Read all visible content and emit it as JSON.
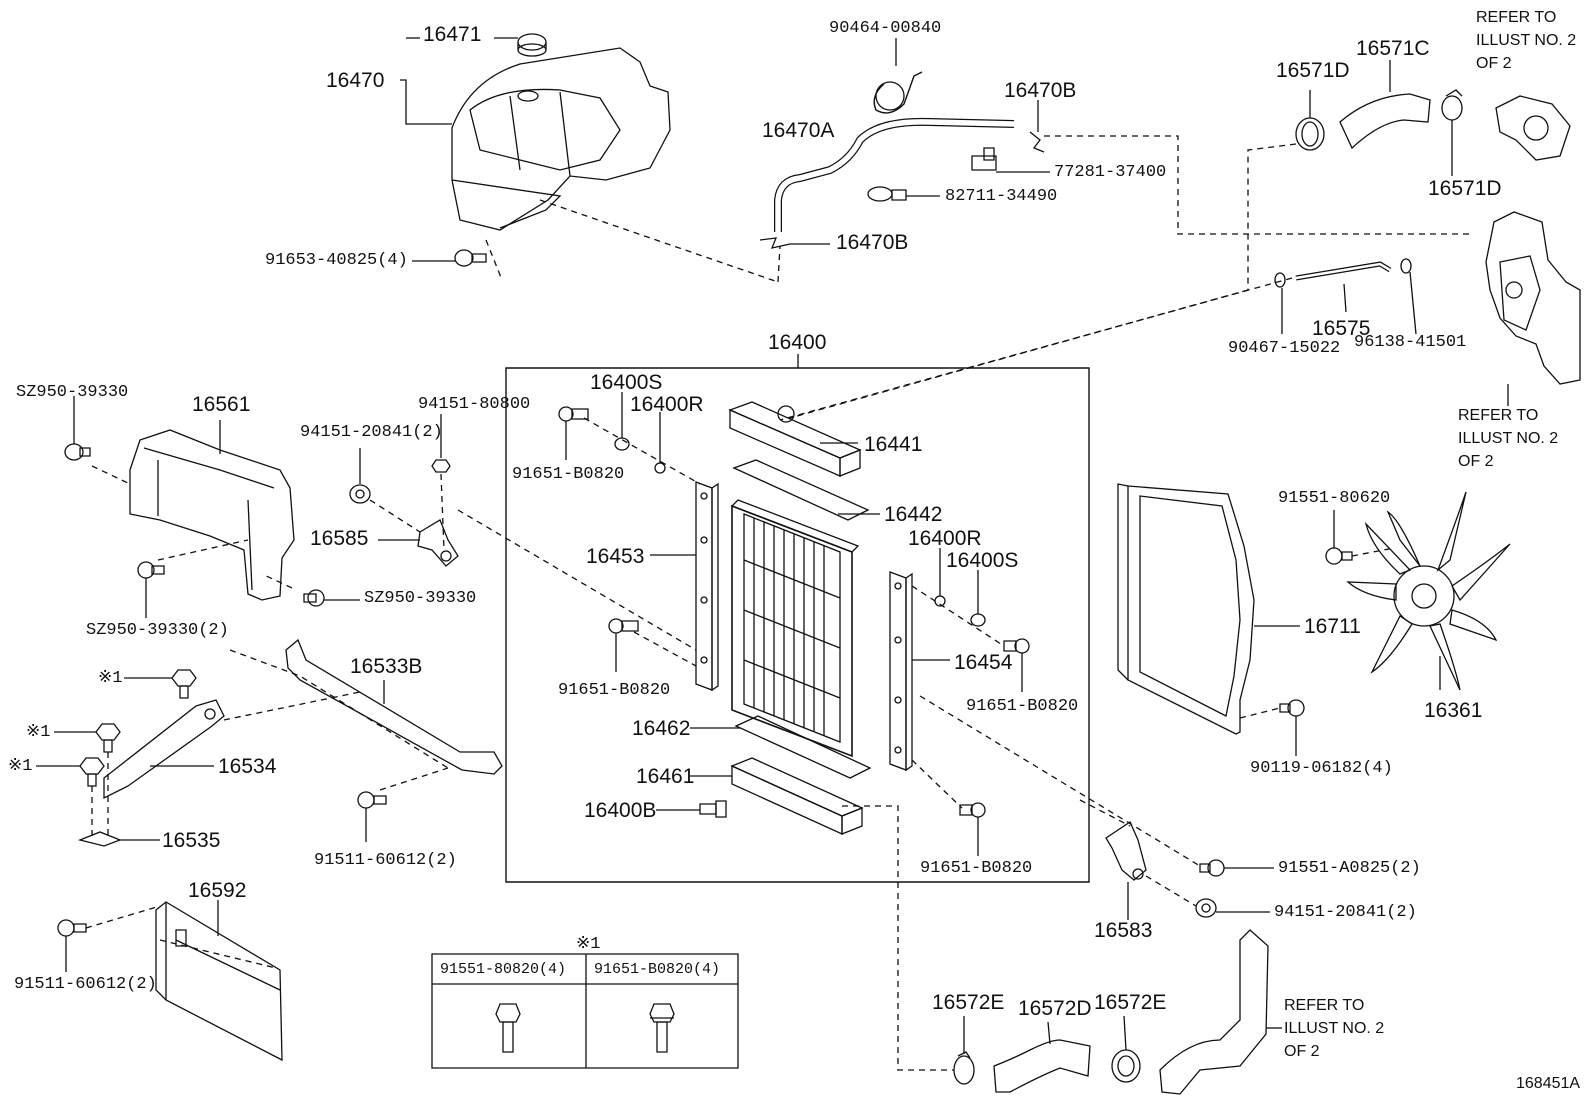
{
  "diagram": {
    "code": "168451A",
    "note_symbol": "※1",
    "refer_text": "REFER TO ILLUST NO. 2 OF 2",
    "note_table": {
      "marker": "※1",
      "columns": [
        "91551-80820(4)",
        "91651-B0820(4)"
      ]
    },
    "labels": [
      {
        "id": "p16471",
        "text": "16471"
      },
      {
        "id": "p16470",
        "text": "16470"
      },
      {
        "id": "p91653",
        "text": "91653-40825(4)"
      },
      {
        "id": "p90464",
        "text": "90464-00840"
      },
      {
        "id": "p16470B1",
        "text": "16470B"
      },
      {
        "id": "p16470A",
        "text": "16470A"
      },
      {
        "id": "p77281",
        "text": "77281-37400"
      },
      {
        "id": "p82711",
        "text": "82711-34490"
      },
      {
        "id": "p16470B2",
        "text": "16470B"
      },
      {
        "id": "p16571D1",
        "text": "16571D"
      },
      {
        "id": "p16571C",
        "text": "16571C"
      },
      {
        "id": "p16571D2",
        "text": "16571D"
      },
      {
        "id": "p16575",
        "text": "16575"
      },
      {
        "id": "p90467",
        "text": "90467-15022"
      },
      {
        "id": "p96138",
        "text": "96138-41501"
      },
      {
        "id": "p16400",
        "text": "16400"
      },
      {
        "id": "p16400S1",
        "text": "16400S"
      },
      {
        "id": "p16400R1",
        "text": "16400R"
      },
      {
        "id": "p91651a",
        "text": "91651-B0820"
      },
      {
        "id": "p16441",
        "text": "16441"
      },
      {
        "id": "p16442",
        "text": "16442"
      },
      {
        "id": "p16400R2",
        "text": "16400R"
      },
      {
        "id": "p16400S2",
        "text": "16400S"
      },
      {
        "id": "p16453",
        "text": "16453"
      },
      {
        "id": "p16454",
        "text": "16454"
      },
      {
        "id": "p91651b",
        "text": "91651-B0820"
      },
      {
        "id": "p91651c",
        "text": "91651-B0820"
      },
      {
        "id": "p16462",
        "text": "16462"
      },
      {
        "id": "p16461",
        "text": "16461"
      },
      {
        "id": "p16400B",
        "text": "16400B"
      },
      {
        "id": "p91651d",
        "text": "91651-B0820"
      },
      {
        "id": "pSZ1",
        "text": "SZ950-39330"
      },
      {
        "id": "p16561",
        "text": "16561"
      },
      {
        "id": "pSZ2",
        "text": "SZ950-39330"
      },
      {
        "id": "pSZ3",
        "text": "SZ950-39330(2)"
      },
      {
        "id": "p94151a",
        "text": "94151-80800"
      },
      {
        "id": "p94151b",
        "text": "94151-20841(2)"
      },
      {
        "id": "p16585",
        "text": "16585"
      },
      {
        "id": "p16533B",
        "text": "16533B"
      },
      {
        "id": "p16534",
        "text": "16534"
      },
      {
        "id": "p16535",
        "text": "16535"
      },
      {
        "id": "p91511a",
        "text": "91511-60612(2)"
      },
      {
        "id": "p16592",
        "text": "16592"
      },
      {
        "id": "p91511b",
        "text": "91511-60612(2)"
      },
      {
        "id": "p91551a",
        "text": "91551-80620"
      },
      {
        "id": "p16711",
        "text": "16711"
      },
      {
        "id": "p16361",
        "text": "16361"
      },
      {
        "id": "p90119",
        "text": "90119-06182(4)"
      },
      {
        "id": "p91551b",
        "text": "91551-A0825(2)"
      },
      {
        "id": "p94151c",
        "text": "94151-20841(2)"
      },
      {
        "id": "p16583",
        "text": "16583"
      },
      {
        "id": "p16572E1",
        "text": "16572E"
      },
      {
        "id": "p16572D",
        "text": "16572D"
      },
      {
        "id": "p16572E2",
        "text": "16572E"
      }
    ]
  }
}
